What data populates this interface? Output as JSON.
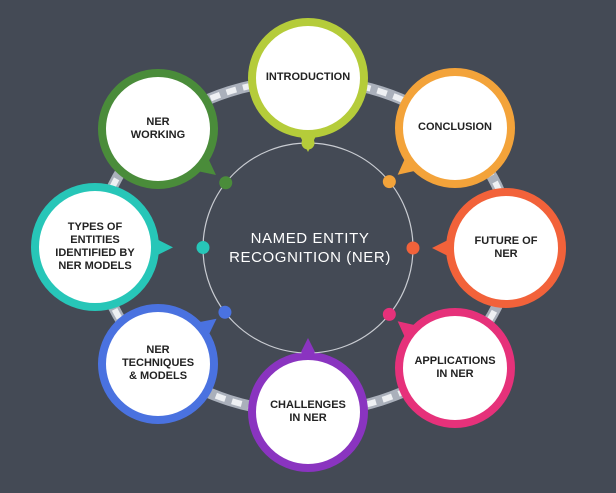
{
  "center": {
    "title": "NAMED ENTITY\nRECOGNITION (NER)"
  },
  "nodes": [
    {
      "id": "introduction",
      "label": "INTRODUCTION",
      "color": "#b5cc3a"
    },
    {
      "id": "conclusion",
      "label": "CONCLUSION",
      "color": "#f3a33a"
    },
    {
      "id": "future-of-ner",
      "label": "FUTURE OF\nNER",
      "color": "#f2623a"
    },
    {
      "id": "applications-in-ner",
      "label": "APPLICATIONS\nIN NER",
      "color": "#e6317a"
    },
    {
      "id": "challenges-in-ner",
      "label": "CHALLENGES\nIN NER",
      "color": "#8a34c0"
    },
    {
      "id": "ner-techniques-models",
      "label": "NER\nTECHNIQUES\n& MODELS",
      "color": "#4a72e0"
    },
    {
      "id": "types-of-entities",
      "label": "TYPES OF\nENTITIES\nIDENTIFIED BY\nNER MODELS",
      "color": "#27c6b8"
    },
    {
      "id": "ner-working",
      "label": "NER\nWORKING",
      "color": "#4a8c3a"
    }
  ]
}
